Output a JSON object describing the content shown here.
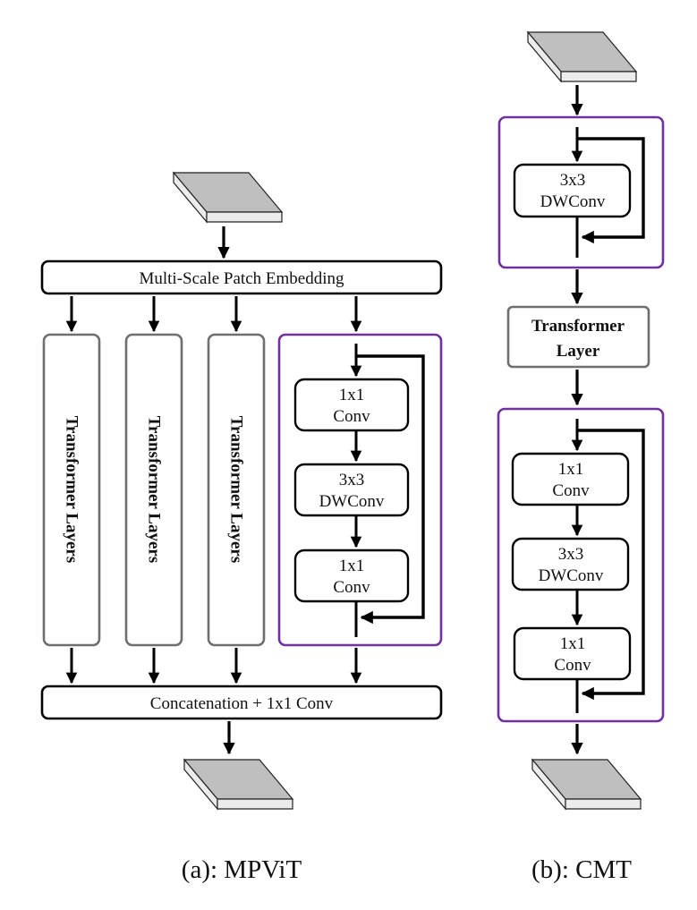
{
  "mpvit": {
    "embedding_label": "Multi-Scale Patch Embedding",
    "branch_label": "Transformer Layers",
    "conv_branch": {
      "block1": [
        "1x1",
        "Conv"
      ],
      "block2": [
        "3x3",
        "DWConv"
      ],
      "block3": [
        "1x1",
        "Conv"
      ]
    },
    "concat_label": "Concatenation + 1x1 Conv",
    "caption": "(a): MPViT"
  },
  "cmt": {
    "top_block": [
      "3x3",
      "DWConv"
    ],
    "transformer": [
      "Transformer",
      "Layer"
    ],
    "bottom_blocks": {
      "block1": [
        "1x1",
        "Conv"
      ],
      "block2": [
        "3x3",
        "DWConv"
      ],
      "block3": [
        "1x1",
        "Conv"
      ]
    },
    "caption": "(b): CMT"
  },
  "colors": {
    "purple": "#7030a0",
    "gray_border": "#7f7f7f",
    "black": "#000000",
    "tensor_top": "#bfbfbf",
    "tensor_side": "#ececec"
  }
}
